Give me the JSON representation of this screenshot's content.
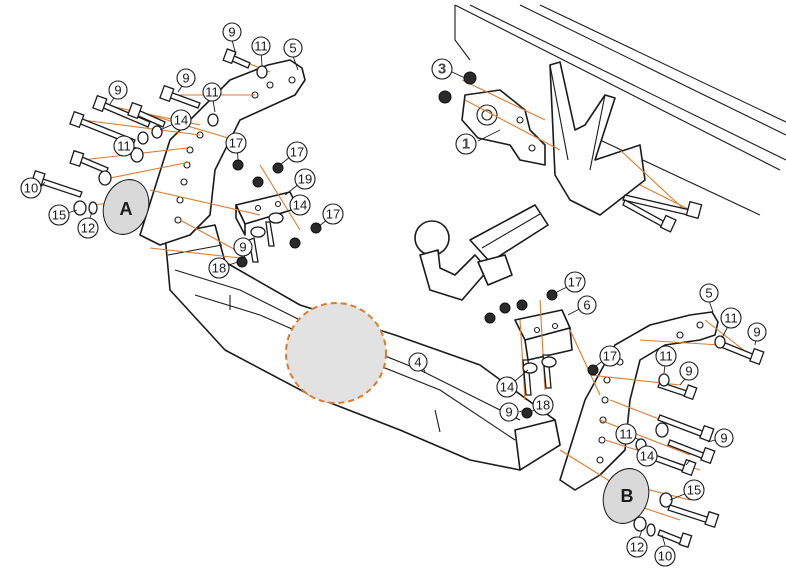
{
  "labels": {
    "marker_a": "A",
    "marker_b": "B",
    "callouts": {
      "c1": "1",
      "c3": "3",
      "c4": "4",
      "c5_left": "5",
      "c5_right": "5",
      "c6": "6",
      "c9_a": "9",
      "c9_b": "9",
      "c9_c": "9",
      "c9_d": "9",
      "c9_e": "9",
      "c9_f": "9",
      "c9_g": "9",
      "c9_h": "9",
      "c10_left": "10",
      "c10_right": "10",
      "c11_a": "11",
      "c11_b": "11",
      "c11_c": "11",
      "c11_d": "11",
      "c11_e": "11",
      "c11_f": "11",
      "c12_left": "12",
      "c12_right": "12",
      "c14_a": "14",
      "c14_b": "14",
      "c14_c": "14",
      "c14_d": "14",
      "c15_left": "15",
      "c15_right": "15",
      "c17_a": "17",
      "c17_b": "17",
      "c17_c": "17",
      "c17_d": "17",
      "c17_e": "17",
      "c18_left": "18",
      "c18_right": "18",
      "c19": "19"
    }
  }
}
